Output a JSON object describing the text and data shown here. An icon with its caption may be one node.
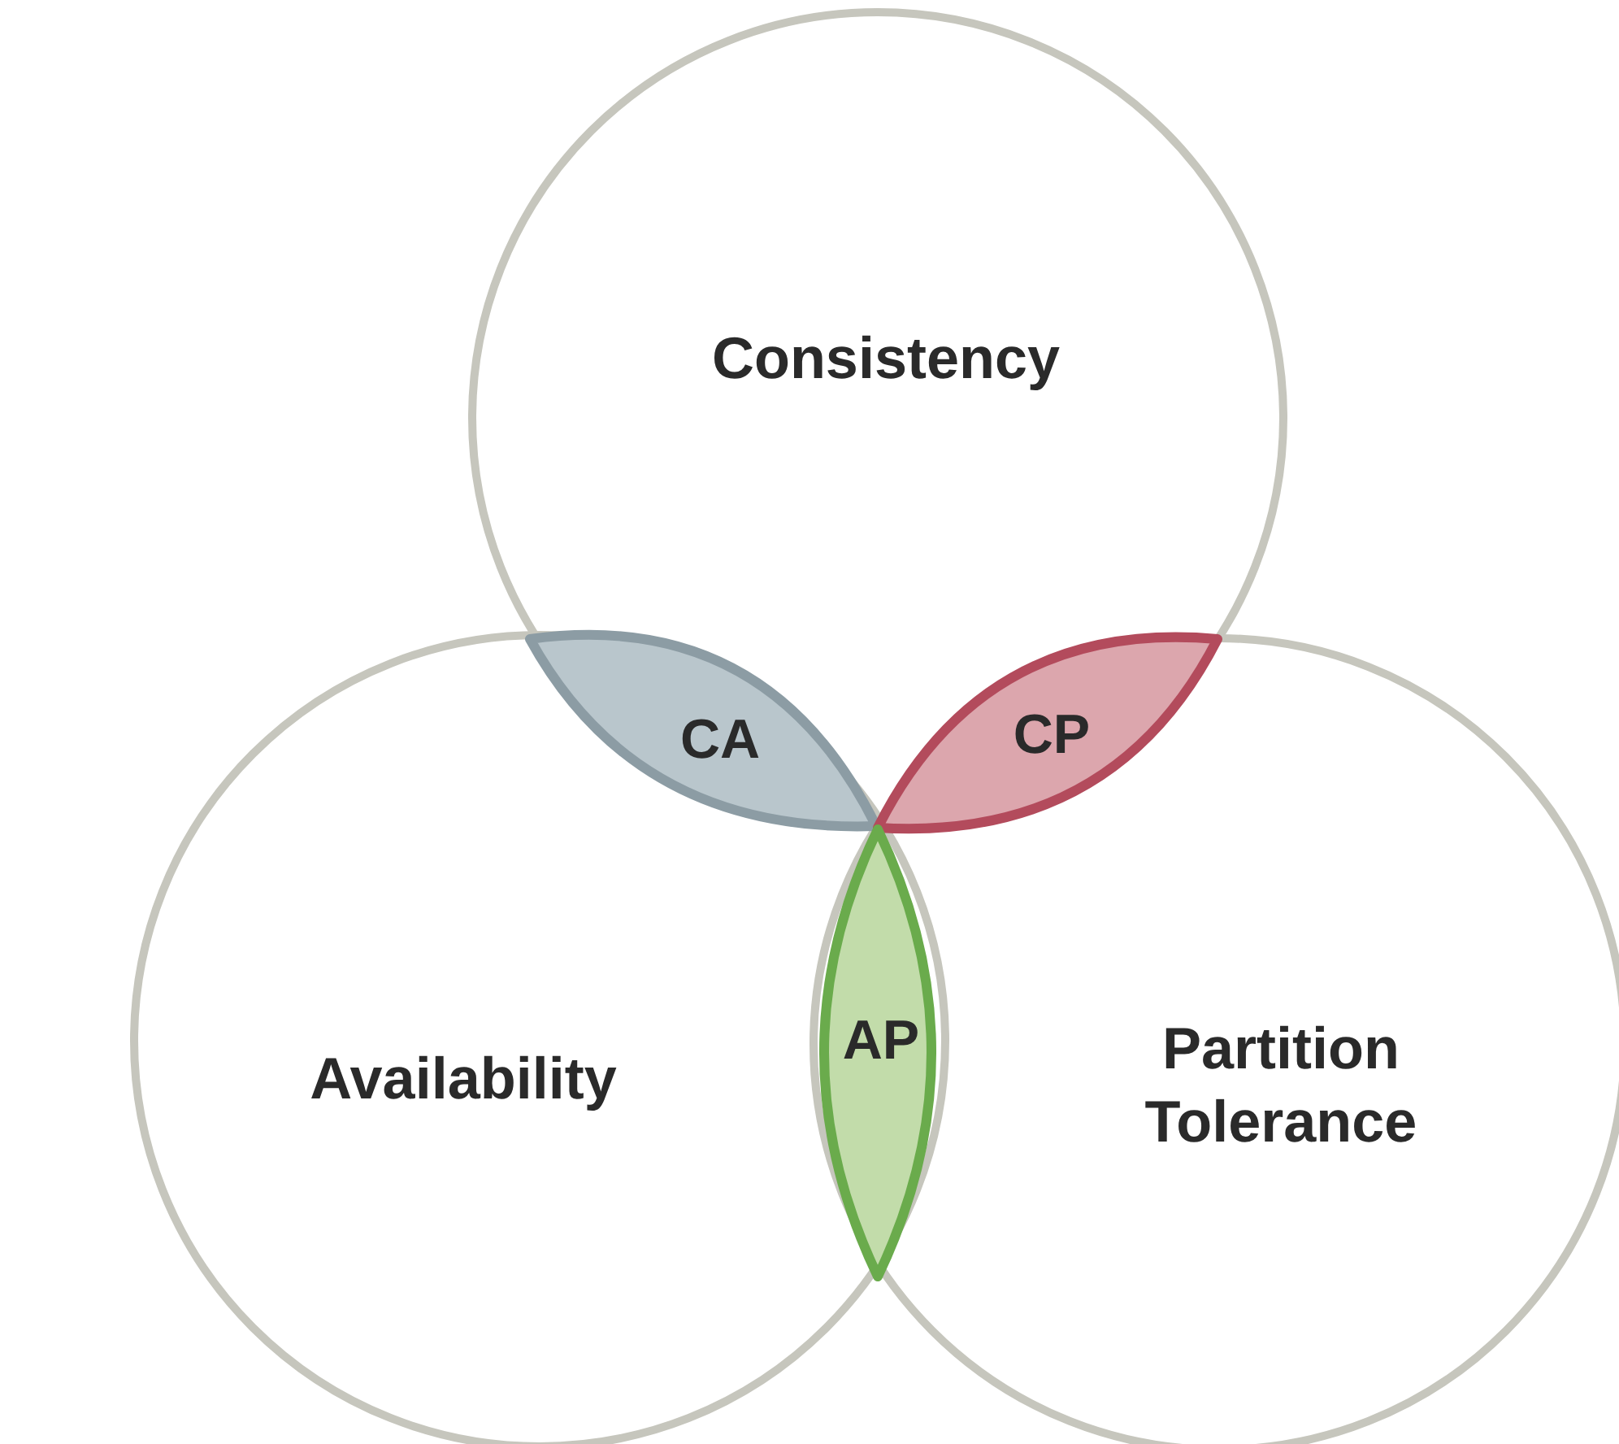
{
  "diagram": {
    "nodes": [
      {
        "text": [
          "Consistency"
        ]
      },
      {
        "text": [
          "Availability"
        ]
      },
      {
        "text": [
          "Partition Tolerance"
        ]
      },
      {
        "text": [
          "CA"
        ]
      },
      {
        "text": [
          "CP"
        ]
      },
      {
        "text": [
          "AP"
        ]
      }
    ]
  }
}
